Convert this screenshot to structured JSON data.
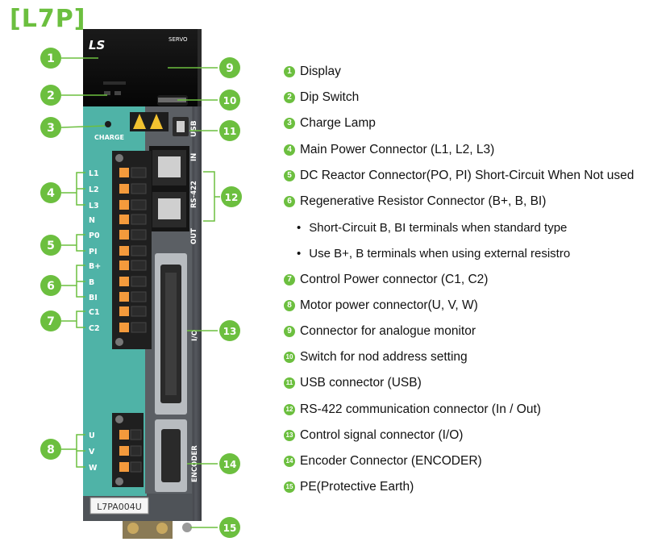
{
  "title": "[L7P]",
  "device": {
    "brand": "LS",
    "servo_label": "SERVO",
    "charge_label": "CHARGE",
    "usb_label": "USB",
    "in_label": "IN",
    "rs422_label": "RS-422",
    "out_label": "OUT",
    "io_label": "I/O",
    "encoder_label": "ENCODER",
    "model": "L7PA004U",
    "terminals_main": [
      "L1",
      "L2",
      "L3",
      "N",
      "P0",
      "PI",
      "B+",
      "B",
      "BI",
      "C1",
      "C2"
    ],
    "terminals_motor": [
      "U",
      "V",
      "W"
    ]
  },
  "callouts": [
    "1",
    "2",
    "3",
    "4",
    "5",
    "6",
    "7",
    "8",
    "9",
    "10",
    "11",
    "12",
    "13",
    "14",
    "15"
  ],
  "legend": [
    {
      "num": "1",
      "text": "Display"
    },
    {
      "num": "2",
      "text": "Dip Switch"
    },
    {
      "num": "3",
      "text": "Charge Lamp"
    },
    {
      "num": "4",
      "text": "Main Power Connector (L1, L2, L3)"
    },
    {
      "num": "5",
      "text": "DC Reactor Connector(PO, PI) Short-Circuit When Not used"
    },
    {
      "num": "6",
      "text": "Regenerative Resistor Connector (B+, B, BI)"
    },
    {
      "num": "",
      "text": "Short-Circuit B, BI terminals when standard type",
      "bullet": "•"
    },
    {
      "num": "",
      "text": "Use B+, B terminals when using external resistro",
      "bullet": "•"
    },
    {
      "num": "7",
      "text": "Control Power connector (C1, C2)"
    },
    {
      "num": "8",
      "text": "Motor power connector(U, V, W)"
    },
    {
      "num": "9",
      "text": "Connector for analogue monitor"
    },
    {
      "num": "10",
      "text": "Switch for nod address setting"
    },
    {
      "num": "11",
      "text": "USB connector (USB)"
    },
    {
      "num": "12",
      "text": "RS-422 communication connector (In / Out)"
    },
    {
      "num": "13",
      "text": "Control signal connector (I/O)"
    },
    {
      "num": "14",
      "text": "Encoder Connector (ENCODER)"
    },
    {
      "num": "15",
      "text": "PE(Protective Earth)"
    }
  ]
}
